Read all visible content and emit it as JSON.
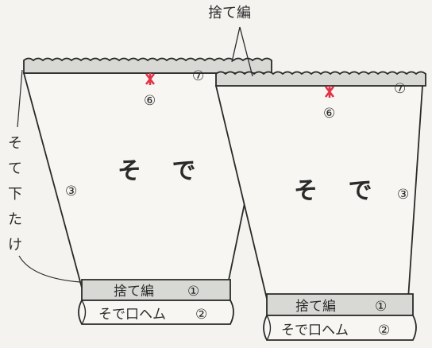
{
  "diagram": {
    "top_label": "捨て編",
    "side_label": [
      "そ",
      "て",
      "下",
      "た",
      "け"
    ],
    "pieces": [
      {
        "body_label": "そ で",
        "num_body": "③",
        "num_top": "⑦",
        "num_mark": "⑥",
        "cuff_waste_label": "捨て編",
        "cuff_waste_num": "①",
        "cuff_hem_label": "そで口ヘム",
        "cuff_hem_num": "②"
      },
      {
        "body_label": "そ で",
        "num_body": "③",
        "num_top": "⑦",
        "num_mark": "⑥",
        "cuff_waste_label": "捨て編",
        "cuff_waste_num": "①",
        "cuff_hem_label": "そで口ヘム",
        "cuff_hem_num": "②"
      }
    ],
    "colors": {
      "line": "#2a2a2a",
      "band_fill": "#d8d8d5",
      "mark": "#e0344a",
      "paper": "#f4f3f0",
      "piece_fill": "#f7f6f3"
    }
  }
}
